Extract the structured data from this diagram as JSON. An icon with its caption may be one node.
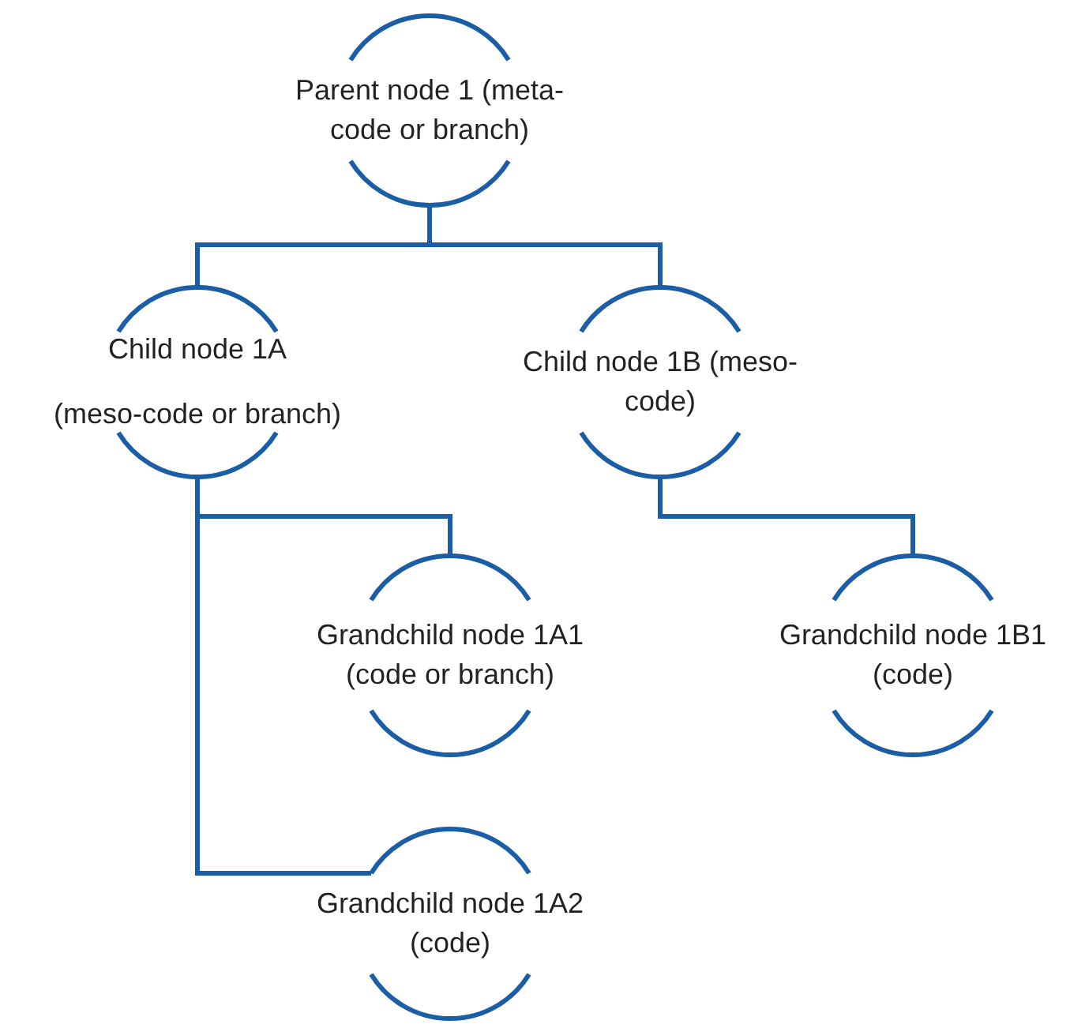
{
  "diagram": {
    "nodes": [
      {
        "text": [
          "Parent node 1 (meta-code or branch)"
        ]
      },
      {
        "text": [
          "Child node 1A",
          "(meso-code or branch)"
        ]
      },
      {
        "text": [
          "Child node 1B (meso-code)"
        ]
      },
      {
        "text": [
          "Grandchild node 1A1 (code or branch)"
        ]
      },
      {
        "text": [
          "Grandchild node 1B1 (code)"
        ]
      },
      {
        "text": [
          "Grandchild node 1A2 (code)"
        ]
      }
    ],
    "edges": [
      {
        "from": 0,
        "to": 1,
        "arrow": "none"
      },
      {
        "from": 0,
        "to": 2,
        "arrow": "none"
      },
      {
        "from": 1,
        "to": 3,
        "arrow": "none"
      },
      {
        "from": 1,
        "to": 5,
        "arrow": "none"
      },
      {
        "from": 2,
        "to": 4,
        "arrow": "none"
      }
    ]
  }
}
